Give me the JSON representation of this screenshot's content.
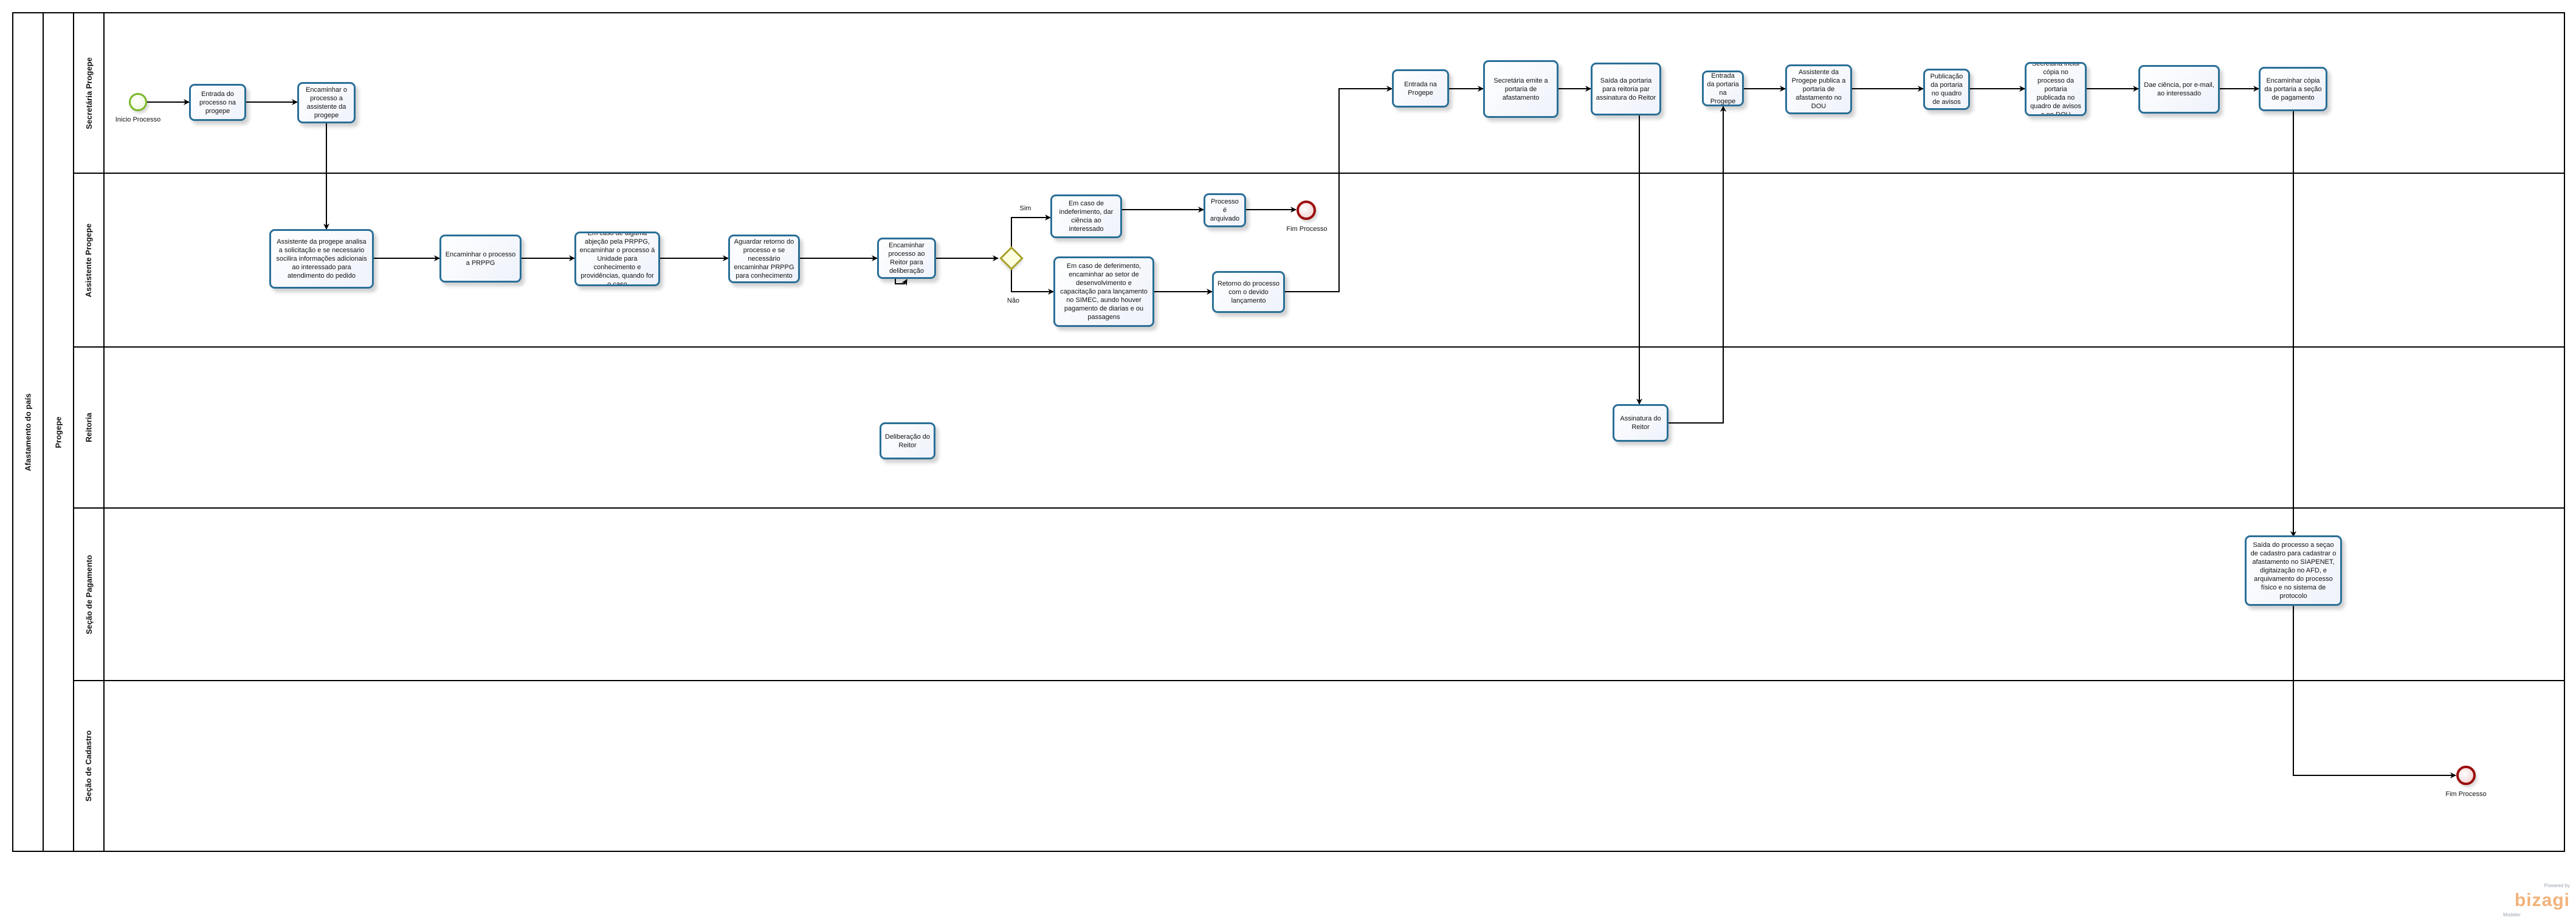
{
  "pool": {
    "title": "Afastamento do país",
    "participant": "Progepe"
  },
  "lanes": [
    {
      "id": "secretaria",
      "label": "Secretária Progepe"
    },
    {
      "id": "assistente",
      "label": "Assistente Progepe"
    },
    {
      "id": "reitoria",
      "label": "Reitoria"
    },
    {
      "id": "pagamento",
      "label": "Seção de Pagamento"
    },
    {
      "id": "cadastro",
      "label": "Seção de Cadastro"
    }
  ],
  "events": {
    "start": {
      "label": "Inicio Processo"
    },
    "end_archived": {
      "label": "Fim Processo"
    },
    "end_final": {
      "label": "Fim Processo"
    }
  },
  "gateway": {
    "yes_label": "Sim",
    "no_label": "Não"
  },
  "tasks": {
    "t1": "Entrada do processo na progepe",
    "t2": "Encaminhar o processo a assistente da progepe",
    "t3": "Assistente da progepe analisa a solicitação e se necessario socilira informações adicionais ao interessado para atendimento do pedido",
    "t4": "Encaminhar o processo a PRPPG",
    "t5": "Em caso de alguma abjeção pela PRPPG, encaminhar o processo á Unidade para conhecimento e providências, quando for o caso",
    "t6": "Aguardar retorno do processo e se necessário encaminhar PRPPG para conhecimento",
    "t7": "Encaminhar processo ao Reitor para deliberação",
    "t8": "Deliberação do Reitor",
    "t9": "Em caso de indeferimento, dar ciência ao interessado",
    "t10": "Processo é arquivado",
    "t11": "Em caso de deferimento, encaminhar ao setor de desenvolvimento e capacitação para lançamento no SIMEC, aundo houver pagamento de diarias e ou passagens",
    "t12": "Retorno do processo com o devido lançamento",
    "t13": "Entrada na Progepe",
    "t14": "Secretária emite a portaria de afastamento",
    "t15": "Saída da portaria para reitoria par assinatura do Reitor",
    "t16": "Assinatura do Reitor",
    "t17": "Entrada da portaria na Progepe",
    "t18": "Assistente da Progepe publica a portaria de afastamento no DOU",
    "t19": "Publicação da portaria no quadro de avisos",
    "t20": "Secretária inclui cópia no processo da portaria publicada no quadro de avisos e no DOU",
    "t21": "Dae ciência, por e-mail, ao interessado",
    "t22": "Encaminhar cópia da portaria a seção de pagamento",
    "t23": "Saída do processo a seçao de cadastro para cadastrar o afastamento no SIAPENET, digitaização no AFD, e arquivamento do processo físico e no sistema de protocolo"
  },
  "branding": {
    "powered_by": "Powered by",
    "logo_text": "bizagi",
    "product": "Modeler"
  },
  "colors": {
    "task_border": "#2a6f97",
    "start_event": "#7ab829",
    "end_event": "#9b0d0d",
    "gateway": "#a8a12a",
    "logo": "#f2b27a"
  }
}
